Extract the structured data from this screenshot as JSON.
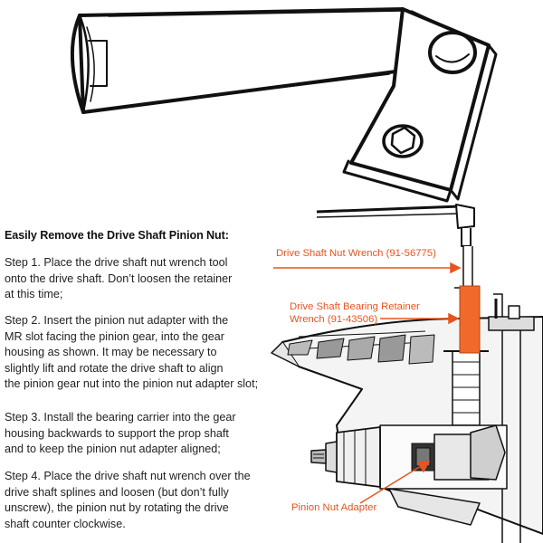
{
  "headline": "Easily Remove the Drive Shaft Pinion Nut:",
  "steps": [
    {
      "lines": [
        "Step 1. Place the drive shaft nut wrench tool",
        "onto the drive shaft. Don’t loosen the retainer",
        "at this time;"
      ]
    },
    {
      "lines": [
        "Step 2. Insert the pinion nut adapter with the",
        "MR slot facing the pinion gear, into the gear",
        "housing as shown. It may be necessary to",
        "slightly lift and rotate the drive shaft to align",
        "the pinion gear nut into the pinion nut adapter slot;"
      ]
    },
    {
      "lines": [
        "Step 3. Install the bearing carrier into the gear",
        "housing backwards to support the prop shaft",
        "and to keep the pinion nut adapter aligned;"
      ]
    },
    {
      "lines": [
        "Step 4. Place the drive shaft nut wrench over the",
        "drive shaft splines and loosen (but don’t fully",
        "unscrew), the pinion nut by rotating the drive",
        "shaft counter clockwise."
      ]
    }
  ],
  "callouts": {
    "nut_wrench": "Drive Shaft Nut Wrench (91-56775)",
    "retainer_wrench_line1": "Drive Shaft Bearing Retainer",
    "retainer_wrench_line2": "Wrench (91-43506)",
    "pinion_adapter": "Pinion Nut Adapter"
  },
  "colors": {
    "accent": "#e8541e",
    "retainer_wrench_fill": "#f26a2b",
    "ink": "#1a1a1a"
  }
}
